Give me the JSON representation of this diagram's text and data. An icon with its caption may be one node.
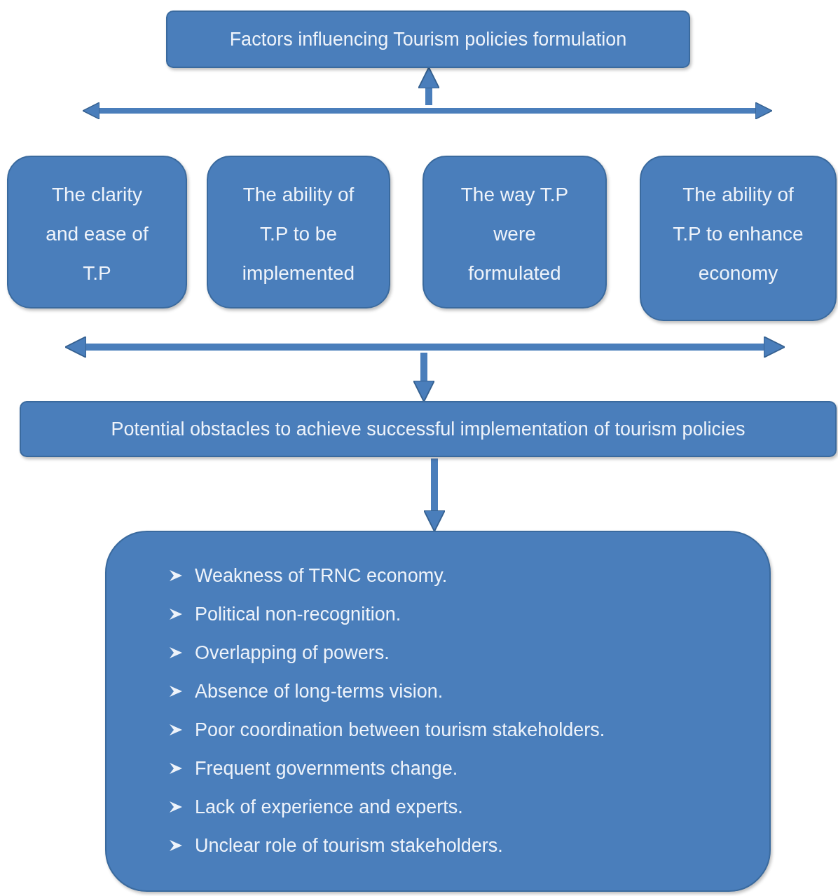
{
  "diagram": {
    "nodes": [
      {
        "text": [
          "Factors influencing Tourism policies formulation"
        ]
      },
      {
        "text": [
          "The clarity and ease of T.P"
        ]
      },
      {
        "text": [
          "The ability of T.P to be implemented"
        ]
      },
      {
        "text": [
          "The way T.P were formulated"
        ]
      },
      {
        "text": [
          "The ability of T.P to enhance economy"
        ]
      },
      {
        "text": [
          "Potential obstacles to achieve successful implementation of tourism policies"
        ]
      },
      {
        "text": [
          "Weakness of TRNC economy.",
          "Political non-recognition.",
          "Overlapping of powers.",
          "Absence of long-terms vision.",
          "Poor coordination between tourism stakeholders.",
          "Frequent governments change.",
          "Lack of experience and experts.",
          "Unclear role of tourism stakeholders."
        ]
      }
    ],
    "edges": [
      {
        "from": null,
        "to": 0,
        "arrow": "to"
      },
      {
        "from": null,
        "to": 5,
        "arrow": "to"
      },
      {
        "from": 5,
        "to": 6,
        "arrow": "to"
      }
    ]
  }
}
